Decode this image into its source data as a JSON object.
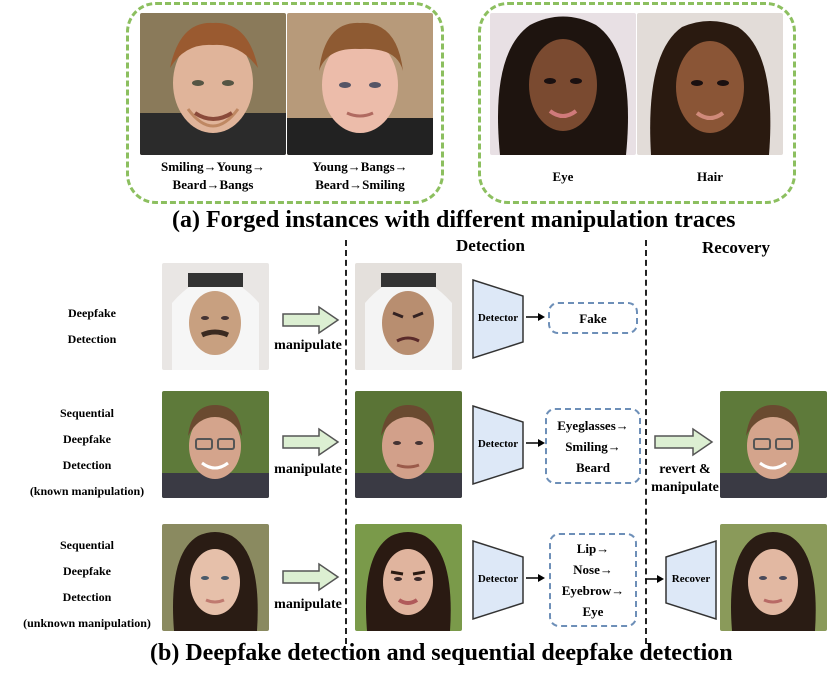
{
  "part_a": {
    "title": "(a) Forged instances with different manipulation traces",
    "left_captions": [
      {
        "line1": "Smiling→Young→",
        "line2": "Beard→Bangs"
      },
      {
        "line1": "Young→Bangs→",
        "line2": "Beard→Smiling"
      }
    ],
    "right_captions": [
      "Eye",
      "Hair"
    ]
  },
  "part_b": {
    "title": "(b) Deepfake detection and sequential deepfake detection",
    "col_detection": "Detection",
    "col_recovery": "Recovery",
    "rows": [
      {
        "label_lines": [
          "Deepfake",
          "Detection"
        ],
        "arrow_label": "manipulate",
        "detector": "Detector",
        "output_lines": [
          "Fake"
        ]
      },
      {
        "label_lines": [
          "Sequential",
          "Deepfake",
          "Detection",
          "(known manipulation)"
        ],
        "arrow_label": "manipulate",
        "detector": "Detector",
        "output_lines": [
          "Eyeglasses→",
          "Smiling→",
          "Beard"
        ],
        "recovery_label": [
          "revert &",
          "manipulate"
        ]
      },
      {
        "label_lines": [
          "Sequential",
          "Deepfake",
          "Detection",
          "(unknown manipulation)"
        ],
        "arrow_label": "manipulate",
        "detector": "Detector",
        "output_lines": [
          "Lip→",
          "Nose→",
          "Eyebrow→",
          "Eye"
        ],
        "recover": "Recover"
      }
    ]
  },
  "colors": {
    "green_dash": "#8cbf5f",
    "blue_dash": "#6d8fb8",
    "arrow_fill": "#dcefd2",
    "detector_fill": "#dde8f7"
  }
}
